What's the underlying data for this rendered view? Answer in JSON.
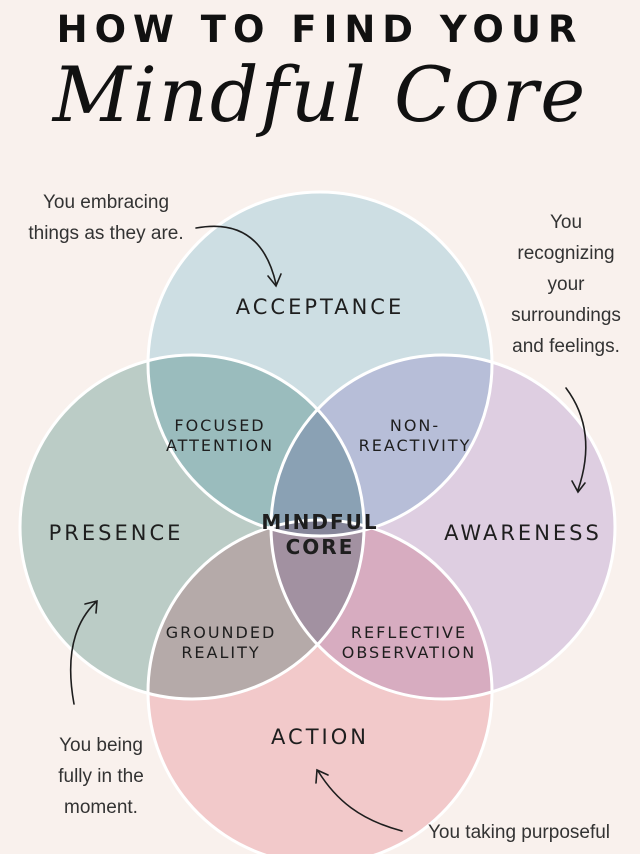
{
  "header": {
    "title": "HOW TO FIND YOUR",
    "script_title": "Mindful Core"
  },
  "circles": {
    "acceptance": {
      "label": "ACCEPTANCE",
      "color": "#d2ebf5"
    },
    "presence": {
      "label": "PRESENCE",
      "color": "#c0d8d5"
    },
    "awareness": {
      "label": "AWARENESS",
      "color": "#e4daf3"
    },
    "action": {
      "label": "ACTION",
      "color": "#f8d5da"
    }
  },
  "overlaps": {
    "focused_1": "FOCUSED",
    "focused_2": "ATTENTION",
    "nonreact_1": "NON-",
    "nonreact_2": "REACTIVITY",
    "grounded_1": "GROUNDED",
    "grounded_2": "REALITY",
    "reflective_1": "REFLECTIVE",
    "reflective_2": "OBSERVATION"
  },
  "core": {
    "line1": "MINDFUL",
    "line2": "CORE"
  },
  "notes": {
    "acceptance_1": "You embracing",
    "acceptance_2": "things as they are.",
    "awareness_1": "You",
    "awareness_2": "recognizing",
    "awareness_3": "your",
    "awareness_4": "surroundings",
    "awareness_5": "and feelings.",
    "presence_1": "You being",
    "presence_2": "fully in the",
    "presence_3": "moment.",
    "action_1": "You taking purposeful"
  },
  "colors": {
    "background": "#f9f1ed",
    "ring": "#ffffff",
    "text": "#1e1e1e"
  }
}
